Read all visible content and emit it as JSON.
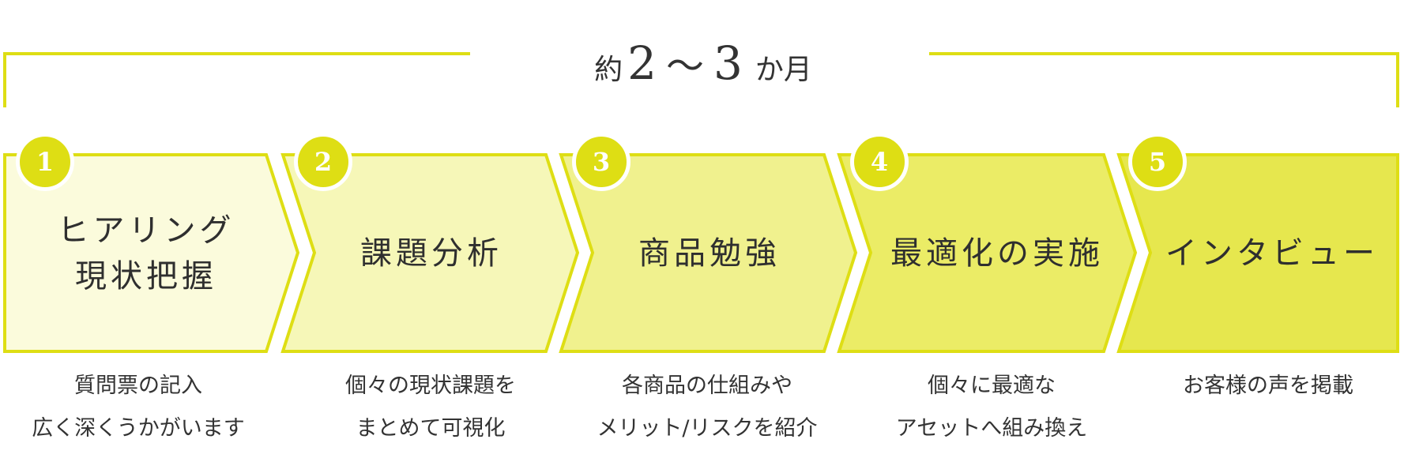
{
  "period": {
    "prefix": "約",
    "from": "2",
    "tilde": "〜",
    "to": "3",
    "suffix": "か月"
  },
  "colors": {
    "accent": "#dede14",
    "text": "#333333",
    "fills": [
      "#fbfbdc",
      "#f6f7b8",
      "#f0f18e",
      "#ebec66",
      "#e6e74e"
    ]
  },
  "steps": [
    {
      "number": "1",
      "title": "ヒアリング\n現状把握",
      "description": "質問票の記入\n広く深くうかがいます"
    },
    {
      "number": "2",
      "title": "課題分析",
      "description": "個々の現状課題を\nまとめて可視化"
    },
    {
      "number": "3",
      "title": "商品勉強",
      "description": "各商品の仕組みや\nメリット/リスクを紹介"
    },
    {
      "number": "4",
      "title": "最適化の実施",
      "description": "個々に最適な\nアセットへ組み換え"
    },
    {
      "number": "5",
      "title": "インタビュー",
      "description": "お客様の声を掲載"
    }
  ]
}
